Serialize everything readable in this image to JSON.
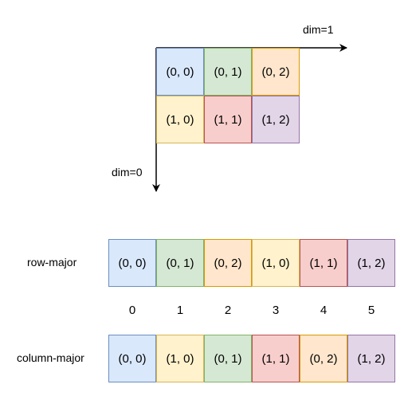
{
  "axes": {
    "dim1_label": "dim=1",
    "dim0_label": "dim=0"
  },
  "matrix": {
    "rows": [
      [
        {
          "label": "(0, 0)",
          "color": "blue"
        },
        {
          "label": "(0, 1)",
          "color": "green"
        },
        {
          "label": "(0, 2)",
          "color": "orange"
        }
      ],
      [
        {
          "label": "(1, 0)",
          "color": "yellow"
        },
        {
          "label": "(1, 1)",
          "color": "red"
        },
        {
          "label": "(1, 2)",
          "color": "purple"
        }
      ]
    ]
  },
  "row_major": {
    "label": "row-major",
    "cells": [
      {
        "label": "(0, 0)",
        "color": "blue"
      },
      {
        "label": "(0, 1)",
        "color": "green"
      },
      {
        "label": "(0, 2)",
        "color": "orange"
      },
      {
        "label": "(1, 0)",
        "color": "yellow"
      },
      {
        "label": "(1, 1)",
        "color": "red"
      },
      {
        "label": "(1, 2)",
        "color": "purple"
      }
    ]
  },
  "indices": [
    "0",
    "1",
    "2",
    "3",
    "4",
    "5"
  ],
  "column_major": {
    "label": "column-major",
    "cells": [
      {
        "label": "(0, 0)",
        "color": "blue"
      },
      {
        "label": "(1, 0)",
        "color": "yellow"
      },
      {
        "label": "(0, 1)",
        "color": "green"
      },
      {
        "label": "(1, 1)",
        "color": "red"
      },
      {
        "label": "(0, 2)",
        "color": "orange"
      },
      {
        "label": "(1, 2)",
        "color": "purple"
      }
    ]
  },
  "colors": {
    "blue": {
      "fill": "#dae8fc",
      "stroke": "#6c8ebf"
    },
    "green": {
      "fill": "#d5e8d4",
      "stroke": "#82b366"
    },
    "orange": {
      "fill": "#ffe6cc",
      "stroke": "#d79b00"
    },
    "yellow": {
      "fill": "#fff2cc",
      "stroke": "#d6b656"
    },
    "red": {
      "fill": "#f8cecc",
      "stroke": "#b85450"
    },
    "purple": {
      "fill": "#e1d5e7",
      "stroke": "#9673a6"
    }
  }
}
